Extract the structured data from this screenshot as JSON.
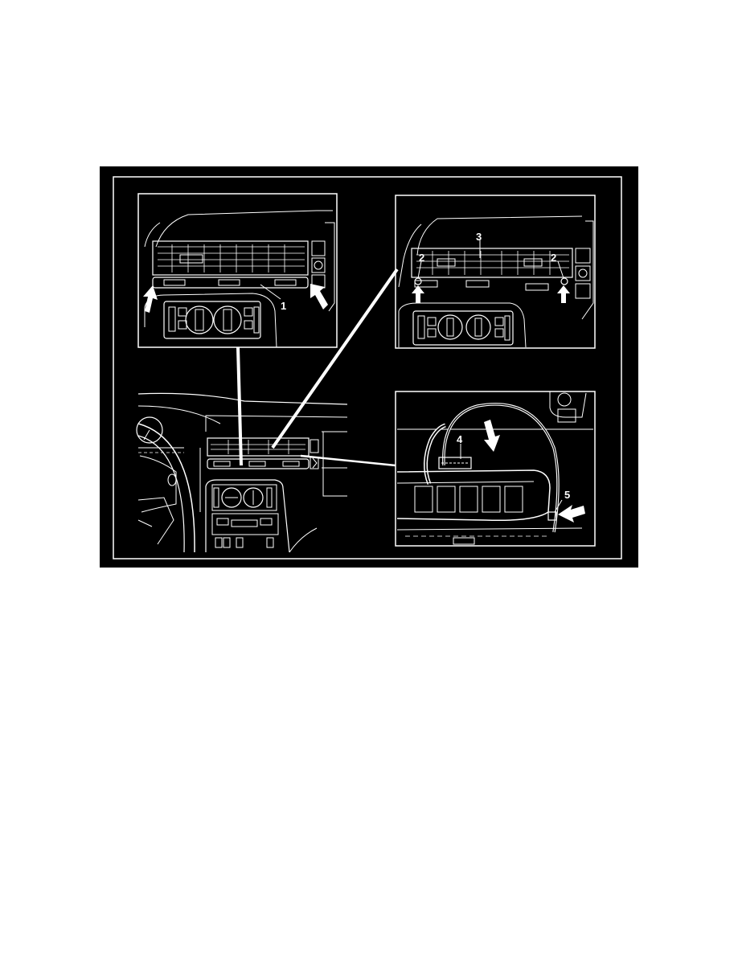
{
  "page": {
    "background": "#ffffff"
  },
  "figure": {
    "background": "#000000",
    "line_color": "#ffffff",
    "panels": [
      {
        "id": "top-left",
        "description": "Center dash vent/trim panel with removal arrows",
        "callouts": [
          {
            "label": "1"
          }
        ]
      },
      {
        "id": "top-right",
        "description": "Vent panel with retaining screws and arrows",
        "callouts": [
          {
            "label": "3"
          },
          {
            "label": "2"
          },
          {
            "label": "2"
          }
        ]
      },
      {
        "id": "bottom-left",
        "description": "Overview of dashboard with steering wheel and center console",
        "callouts": []
      },
      {
        "id": "bottom-right",
        "description": "Panel pulled out showing connector and cable",
        "callouts": [
          {
            "label": "4"
          },
          {
            "label": "5"
          }
        ]
      }
    ]
  },
  "callouts": {
    "c1": "1",
    "c2a": "2",
    "c2b": "2",
    "c3": "3",
    "c4": "4",
    "c5": "5"
  }
}
